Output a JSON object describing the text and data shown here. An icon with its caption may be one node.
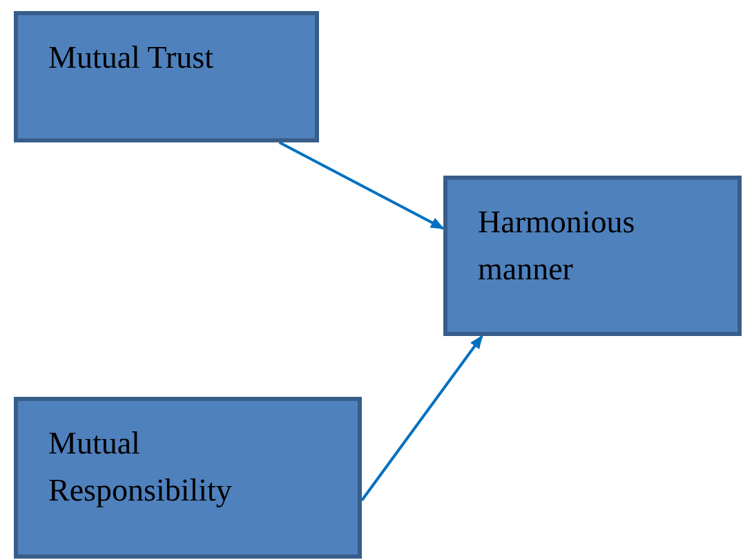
{
  "diagram": {
    "nodes": [
      {
        "text": [
          "Mutual Trust"
        ]
      },
      {
        "text": [
          "Harmonious manner"
        ]
      },
      {
        "text": [
          "Mutual Responsibility"
        ]
      }
    ],
    "edges": [
      {
        "from": 0,
        "to": 1,
        "arrow": "to"
      },
      {
        "from": 2,
        "to": 1,
        "arrow": "to"
      }
    ]
  }
}
